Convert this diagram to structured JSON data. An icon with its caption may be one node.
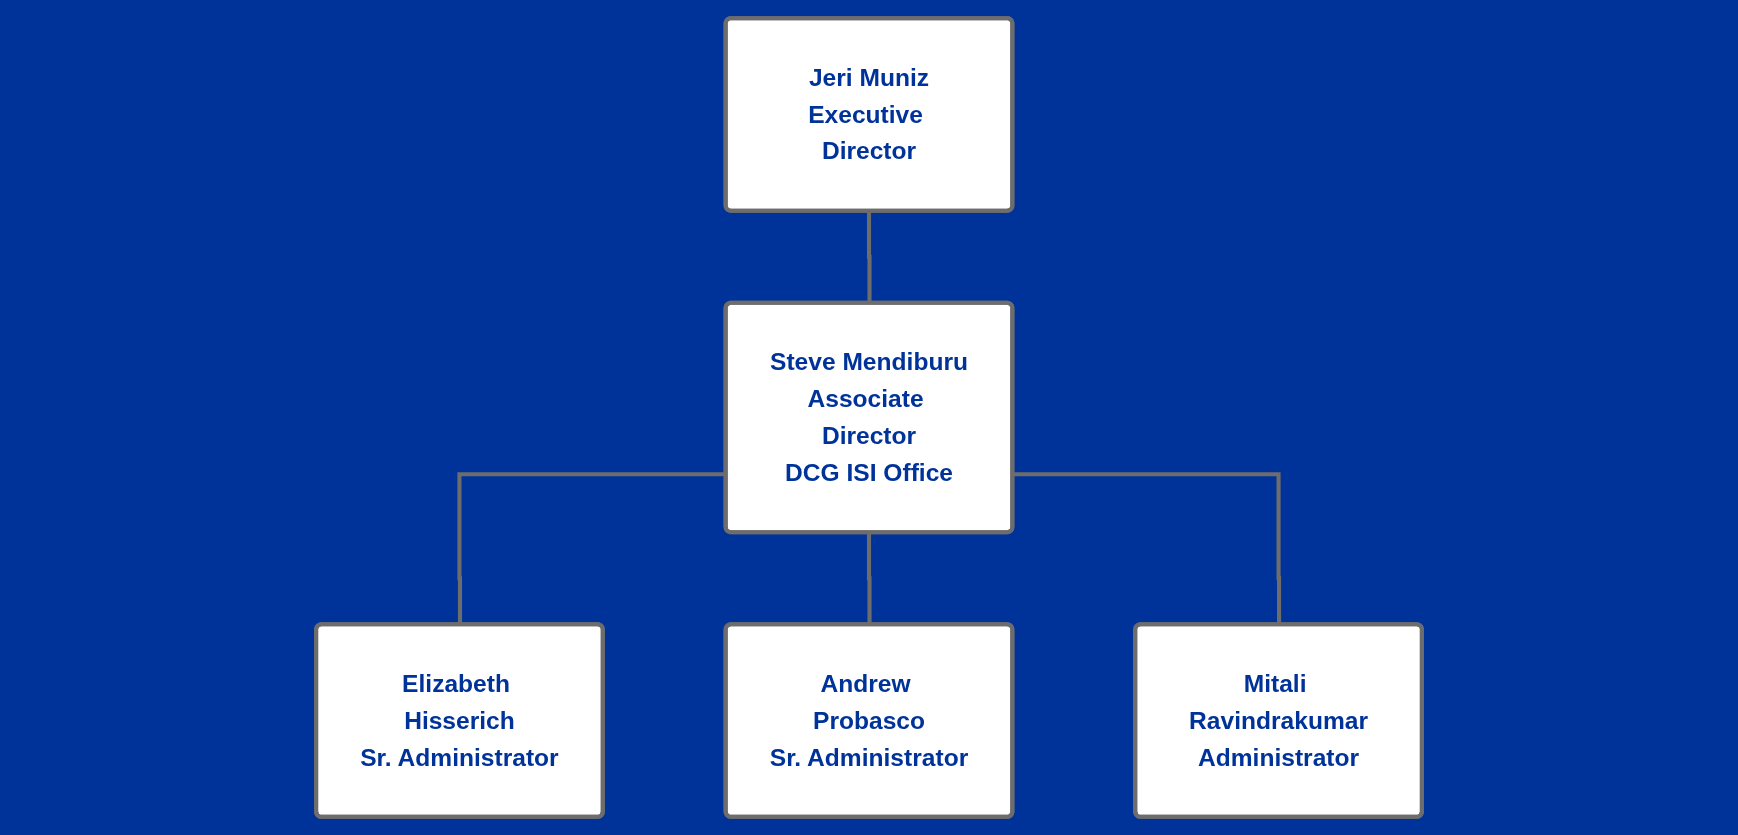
{
  "diagram": {
    "nodes": [
      {
        "text": [
          "Jeri Muniz",
          "Executive Director"
        ]
      },
      {
        "text": [
          "Steve Mendiburu",
          "Associate Director",
          "DCG ISI Office"
        ]
      },
      {
        "text": [
          "Elizabeth Hisserich",
          "Sr. Administrator"
        ]
      },
      {
        "text": [
          "Andrew Probasco",
          "Sr. Administrator"
        ]
      },
      {
        "text": [
          "Mitali Ravindrakumar",
          "Administrator"
        ]
      }
    ],
    "edges": [
      {
        "from": 0,
        "to": 1,
        "arrow": "none"
      },
      {
        "from": 1,
        "to": 2,
        "arrow": "none"
      },
      {
        "from": 1,
        "to": 3,
        "arrow": "none"
      },
      {
        "from": 1,
        "to": 4,
        "arrow": "none"
      }
    ]
  }
}
